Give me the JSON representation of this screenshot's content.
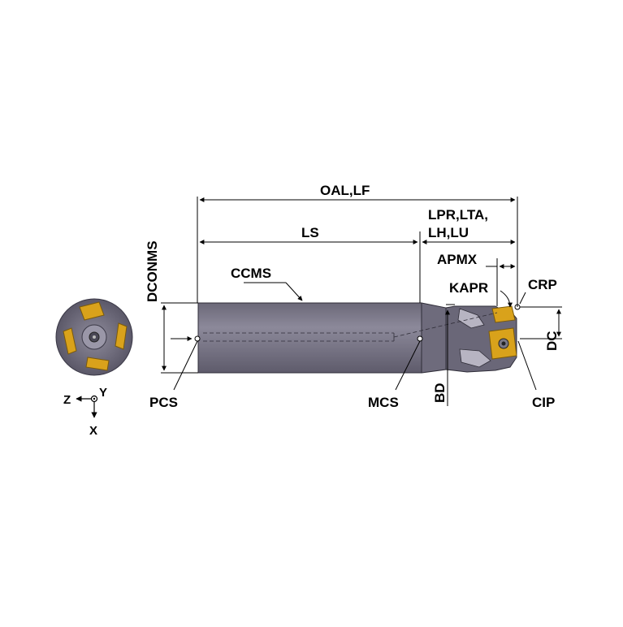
{
  "labels": {
    "oal_lf": "OAL,LF",
    "ls": "LS",
    "lpr_lta": "LPR,LTA,",
    "lh_lu": "LH,LU",
    "apmx": "APMX",
    "kapr": "KAPR",
    "crp": "CRP",
    "dconms": "DCONMS",
    "ccms": "CCMS",
    "dc": "DC",
    "bd": "BD",
    "pcs": "PCS",
    "mcs": "MCS",
    "cip": "CIP"
  },
  "axes": {
    "z": "Z",
    "y": "Y",
    "x": "X"
  },
  "colors": {
    "shank": "#7a7788",
    "shank_dark": "#4f4c5c",
    "shank_light": "#9996a6",
    "insert": "#d9a21b",
    "insert_dark": "#8a6410",
    "line": "#000000"
  }
}
